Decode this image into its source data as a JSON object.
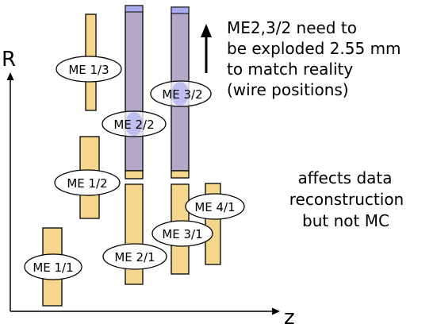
{
  "axes": {
    "r_label": "R",
    "z_label": "z"
  },
  "chambers": {
    "me11": "ME 1/1",
    "me12": "ME 1/2",
    "me13": "ME 1/3",
    "me21": "ME 2/1",
    "me22": "ME 2/2",
    "me31": "ME 3/1",
    "me32": "ME 3/2",
    "me41": "ME 4/1"
  },
  "annotation": {
    "line1": "ME2,3/2 need to",
    "line2": "be exploded 2.55 mm",
    "line3": "to match reality",
    "line4": "(wire positions)"
  },
  "note": {
    "line1": "affects data",
    "line2": "reconstruction",
    "line3": "but not MC"
  },
  "colors": {
    "chamber_fill": "#f5d68c",
    "shifted_fill": "#b5a7c8",
    "shifted_cap": "#aaaaf0",
    "highlight": "#9b9bf0",
    "stroke": "#000000"
  }
}
